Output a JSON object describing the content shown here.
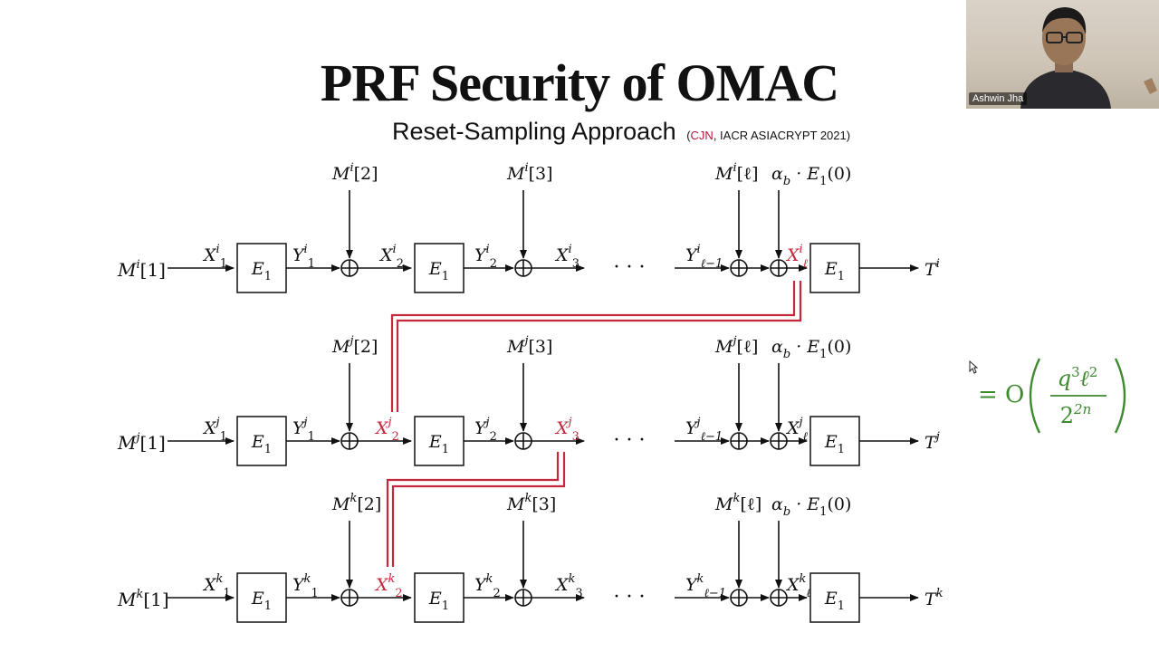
{
  "slide": {
    "title": "PRF Security of OMAC",
    "subtitle": "Reset-Sampling Approach",
    "citation_open": "(",
    "citation_authors": "CJN",
    "citation_rest": ", IACR ASIACRYPT 2021)"
  },
  "video": {
    "participant_name": "Ashwin Jha",
    "icons": [
      "person-avatar"
    ]
  },
  "diagram": {
    "block_label": "E",
    "block_subscript": "1",
    "ellipsis": "· · ·",
    "rows": [
      {
        "sup": "i",
        "input": "M",
        "index1": "[1]",
        "tag": "T"
      },
      {
        "sup": "j",
        "input": "M",
        "index1": "[1]",
        "tag": "T"
      },
      {
        "sup": "k",
        "input": "M",
        "index1": "[1]",
        "tag": "T"
      }
    ],
    "msg_labels": [
      "[2]",
      "[3]"
    ],
    "last_msg": "[ℓ]",
    "alpha_term": "α",
    "alpha_sub": "b",
    "alpha_rest": " · E",
    "alpha_e_sub": "1",
    "alpha_arg": "(0)",
    "highlight_color": "#c4283d",
    "result_color": "#3e8a2f"
  },
  "bound": {
    "prefix": "= O",
    "numerator_base_q": "q",
    "numerator_exp_q": "3",
    "numerator_base_l": "ℓ",
    "numerator_exp_l": "2",
    "denominator_base": "2",
    "denominator_exp": "2n"
  }
}
